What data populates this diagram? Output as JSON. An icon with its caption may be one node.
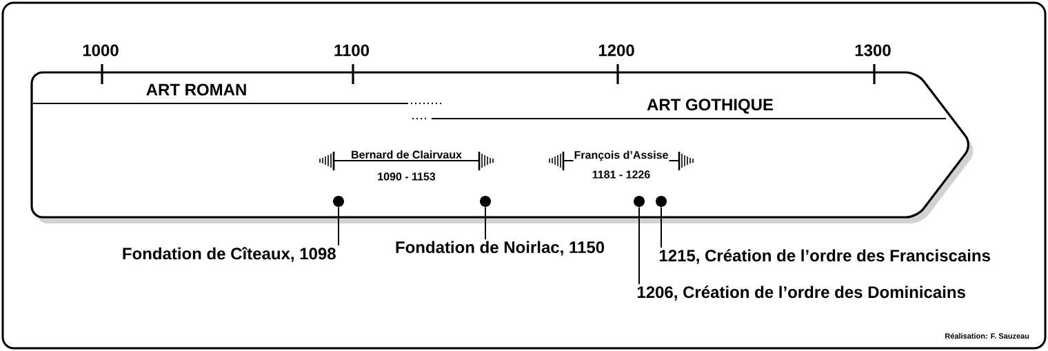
{
  "diagram": {
    "nodes": [
      {
        "text": [],
        "shape": "circle"
      },
      {
        "text": [],
        "shape": "circle"
      },
      {
        "text": [],
        "shape": "circle"
      },
      {
        "text": [],
        "shape": "circle"
      },
      {
        "text": [
          "Fondation de Cîteaux, 1098"
        ]
      },
      {
        "text": [
          "Fondation de Noirlac, 1150"
        ]
      },
      {
        "text": [
          "1215, Création de l’ordre des Franciscains"
        ]
      },
      {
        "text": [
          "1206, Création de l’ordre des Dominicains"
        ]
      }
    ],
    "edges": [
      {
        "from": 4,
        "to": 0,
        "arrow": "none"
      },
      {
        "from": 5,
        "to": 1,
        "arrow": "none"
      },
      {
        "from": 6,
        "to": 3,
        "arrow": "none"
      },
      {
        "from": 7,
        "to": 2,
        "arrow": "none"
      }
    ],
    "labels": [
      "1000",
      "1100",
      "1200",
      "1300",
      "ART ROMAN",
      "ART GOTHIQUE",
      "Bernard de Clairvaux",
      "1090 - 1153",
      "François d’Assise",
      "1181 - 1226",
      "Réalisation: F. Sauzeau"
    ]
  }
}
